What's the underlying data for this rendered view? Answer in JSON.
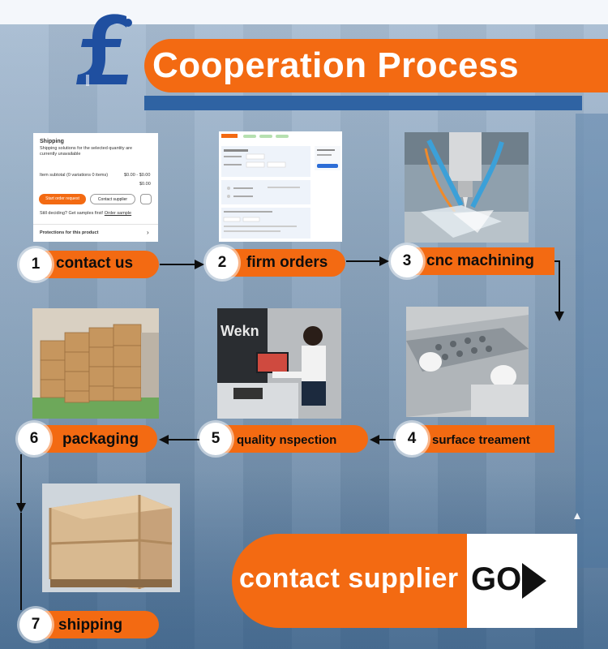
{
  "title": "Cooperation Process",
  "logo": {
    "icon": "pound-f-logo-icon",
    "color": "#1f4fa0"
  },
  "colors": {
    "accent": "#f36a12",
    "stripe": "#2f63a3",
    "arrow": "#0d0d0d"
  },
  "steps": [
    {
      "num": "1",
      "label": "contact us"
    },
    {
      "num": "2",
      "label": "firm orders"
    },
    {
      "num": "3",
      "label": "cnc machining"
    },
    {
      "num": "4",
      "label": "surface treament"
    },
    {
      "num": "5",
      "label": "quality nspection"
    },
    {
      "num": "6",
      "label": "packaging"
    },
    {
      "num": "7",
      "label": "shipping"
    }
  ],
  "shipping_card": {
    "title": "Shipping",
    "subtitle": "Shipping solutions for the selected quantity are currently unavailable",
    "subtotal_label": "Item subtotal (0 variations 0 items)",
    "subtotal_value": "$0.00 - $0.00",
    "total_value": "$0.00",
    "start_button": "Start order request",
    "contact_button": "Contact supplier",
    "deciding_text": "Still deciding? Get samples first!",
    "sample_link": "Order sample",
    "protections": "Protections for this product"
  },
  "cta": {
    "label": "contact  supplier",
    "go": "GO"
  }
}
